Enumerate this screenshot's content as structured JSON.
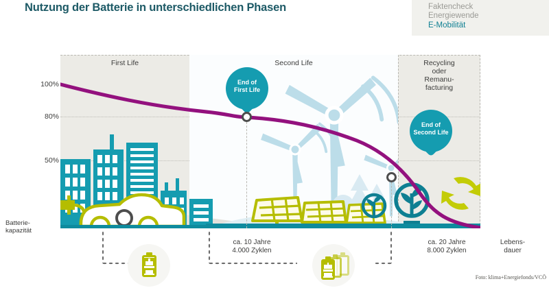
{
  "header": {
    "title": "Nutzung der Batterie in unterschiedlichen Phasen",
    "brand_line1": "Faktencheck",
    "brand_line2": "Energiewende",
    "brand_line3": "E-Mobilität"
  },
  "chart_data": {
    "type": "line",
    "title": "Nutzung der Batterie in unterschiedlichen Phasen",
    "xlabel": "Lebensdauer",
    "ylabel": "Batteriekapazität",
    "ylim": [
      0,
      100
    ],
    "ytick_labels": [
      "100%",
      "80%",
      "50%"
    ],
    "ytick_values": [
      100,
      80,
      50
    ],
    "grid": "dotted horizontal at 80% and 50%",
    "legend": "none",
    "series": [
      {
        "name": "Batteriekapazität",
        "color": "#93117e",
        "x": [
          0,
          10,
          20,
          30,
          40,
          45,
          50,
          60,
          70,
          78,
          86,
          92,
          96,
          100
        ],
        "y": [
          100,
          94,
          90,
          87,
          84,
          82,
          80,
          76,
          70,
          62,
          50,
          34,
          18,
          0
        ]
      }
    ],
    "phases": [
      {
        "label": "First Life",
        "x_start": 0,
        "x_end": 31,
        "shaded": true
      },
      {
        "label": "Second Life",
        "x_start": 31,
        "x_end": 80,
        "shaded": false
      },
      {
        "label": "Recycling\noder\nRemanu-\nfacturing",
        "x_start": 80,
        "x_end": 100,
        "shaded": true
      }
    ],
    "markers": [
      {
        "label": "End of First Life",
        "x": 45,
        "y": 80,
        "capacity_pct": 80
      },
      {
        "label": "End of Second Life",
        "x": 78,
        "y": 50,
        "capacity_pct": 50
      }
    ],
    "annotations": [
      {
        "text": "ca. 10 Jahre\n4.000 Zyklen",
        "at_x": 45
      },
      {
        "text": "ca. 20 Jahre\n8.000 Zyklen",
        "at_x": 78
      },
      {
        "text": "Lebensdauer",
        "at_x": 100
      }
    ]
  },
  "axes": {
    "y_100": "100%",
    "y_80": "80%",
    "y_50": "50%",
    "y_caption": "Batterie-\nkapazität",
    "x_note_1_line1": "ca. 10 Jahre",
    "x_note_1_line2": "4.000 Zyklen",
    "x_note_2_line1": "ca. 20 Jahre",
    "x_note_2_line2": "8.000 Zyklen",
    "x_end_line1": "Lebens-",
    "x_end_line2": "dauer"
  },
  "regions": {
    "first_life": "First Life",
    "second_life": "Second Life",
    "recycling_line1": "Recycling",
    "recycling_line2": "oder",
    "recycling_line3": "Remanu-",
    "recycling_line4": "facturing"
  },
  "pins": {
    "pin1_line1": "End of",
    "pin1_line2": "First Life",
    "pin2_line1": "End of",
    "pin2_line2": "Second Life"
  },
  "footer": {
    "credit": "Foto: klima+Energiefonds/VCÖ"
  },
  "colors": {
    "curve_purple": "#93117e",
    "teal": "#159cb0",
    "teal_dark": "#0e7f92",
    "olive": "#b5bd00",
    "light_blue": "#a9d4e2",
    "panel_gray": "#ecebe6",
    "title_teal": "#1d5a66"
  }
}
